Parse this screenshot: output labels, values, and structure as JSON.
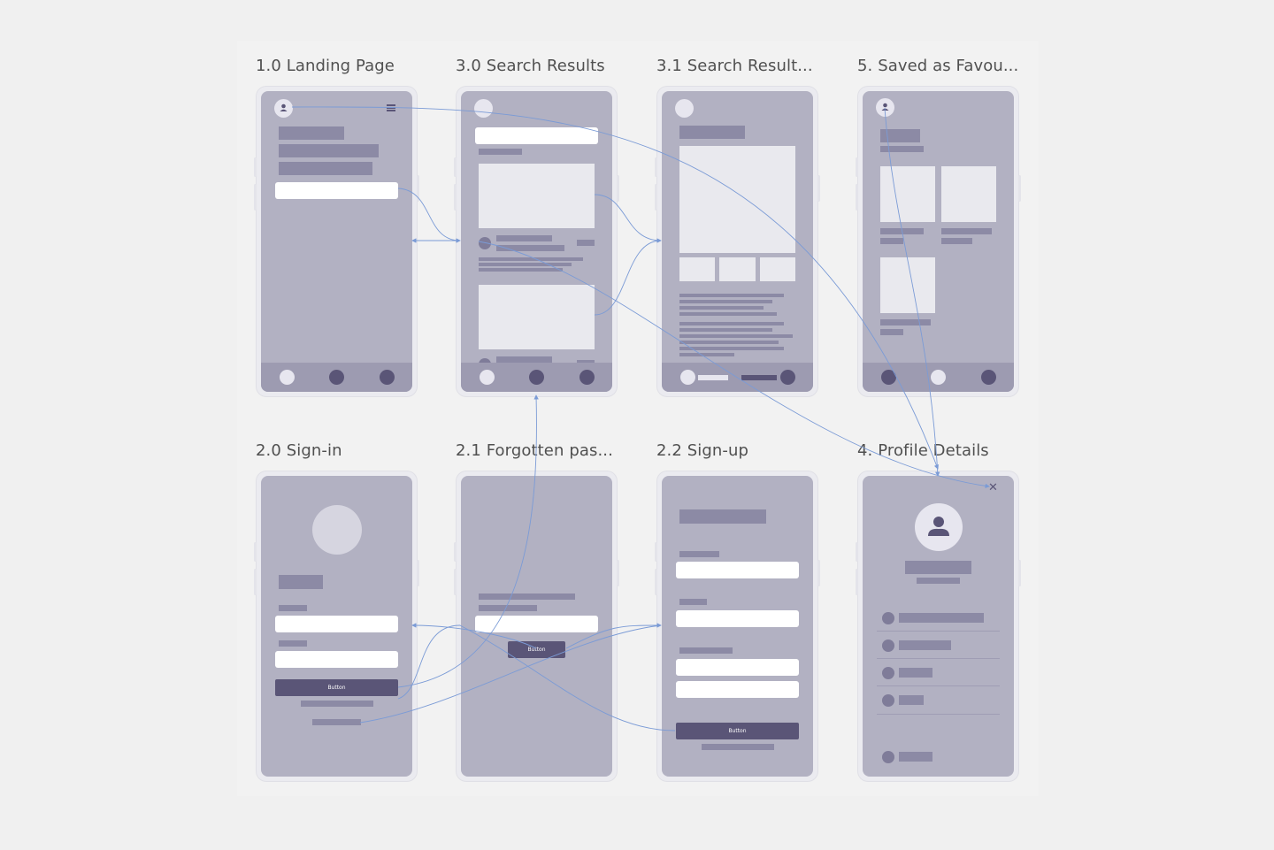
{
  "screens": {
    "landing": {
      "title": "1.0 Landing Page"
    },
    "search_results": {
      "title": "3.0 Search Results"
    },
    "search_result_detail": {
      "title": "3.1 Search Result..."
    },
    "saved_favourites": {
      "title": "5. Saved as Favou..."
    },
    "sign_in": {
      "title": "2.0 Sign-in",
      "button_label": "Button"
    },
    "forgotten_password": {
      "title": "2.1 Forgotten pas...",
      "button_label": "Button"
    },
    "sign_up": {
      "title": "2.2 Sign-up",
      "button_label": "Button"
    },
    "profile_details": {
      "title": "4. Profile Details"
    }
  },
  "colors": {
    "background": "#f0f0f0",
    "screen": "#b2b1c2",
    "placeholder_bar": "#8c8aa5",
    "accent_dark": "#5a5577",
    "connector": "#7b9bd6"
  },
  "icons": [
    "avatar-icon",
    "menu-icon",
    "close-icon",
    "person-icon"
  ]
}
